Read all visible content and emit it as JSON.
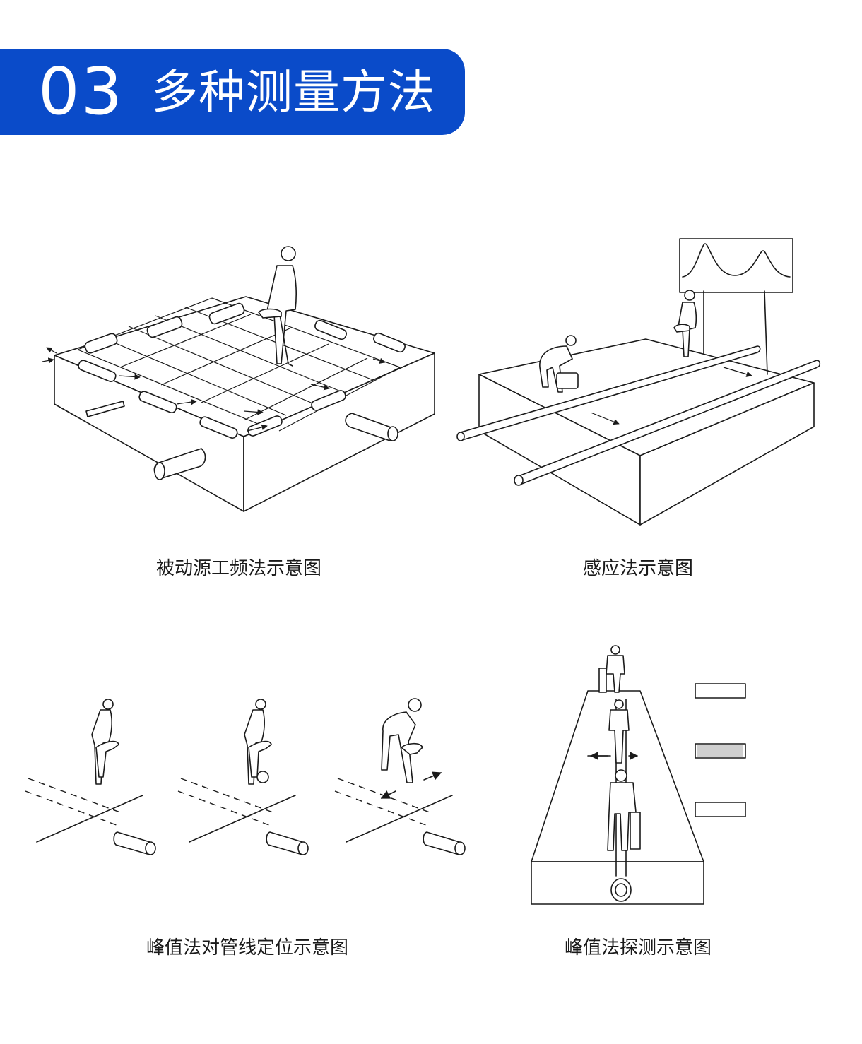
{
  "header": {
    "number": "03",
    "title": "多种测量方法"
  },
  "colors": {
    "accent": "#0a4bc9",
    "line": "#1a1a1a",
    "background": "#ffffff"
  },
  "diagrams": [
    {
      "caption": "被动源工频法示意图"
    },
    {
      "caption": "感应法示意图"
    },
    {
      "caption": "峰值法对管线定位示意图"
    },
    {
      "caption": "峰值法探测示意图"
    }
  ]
}
